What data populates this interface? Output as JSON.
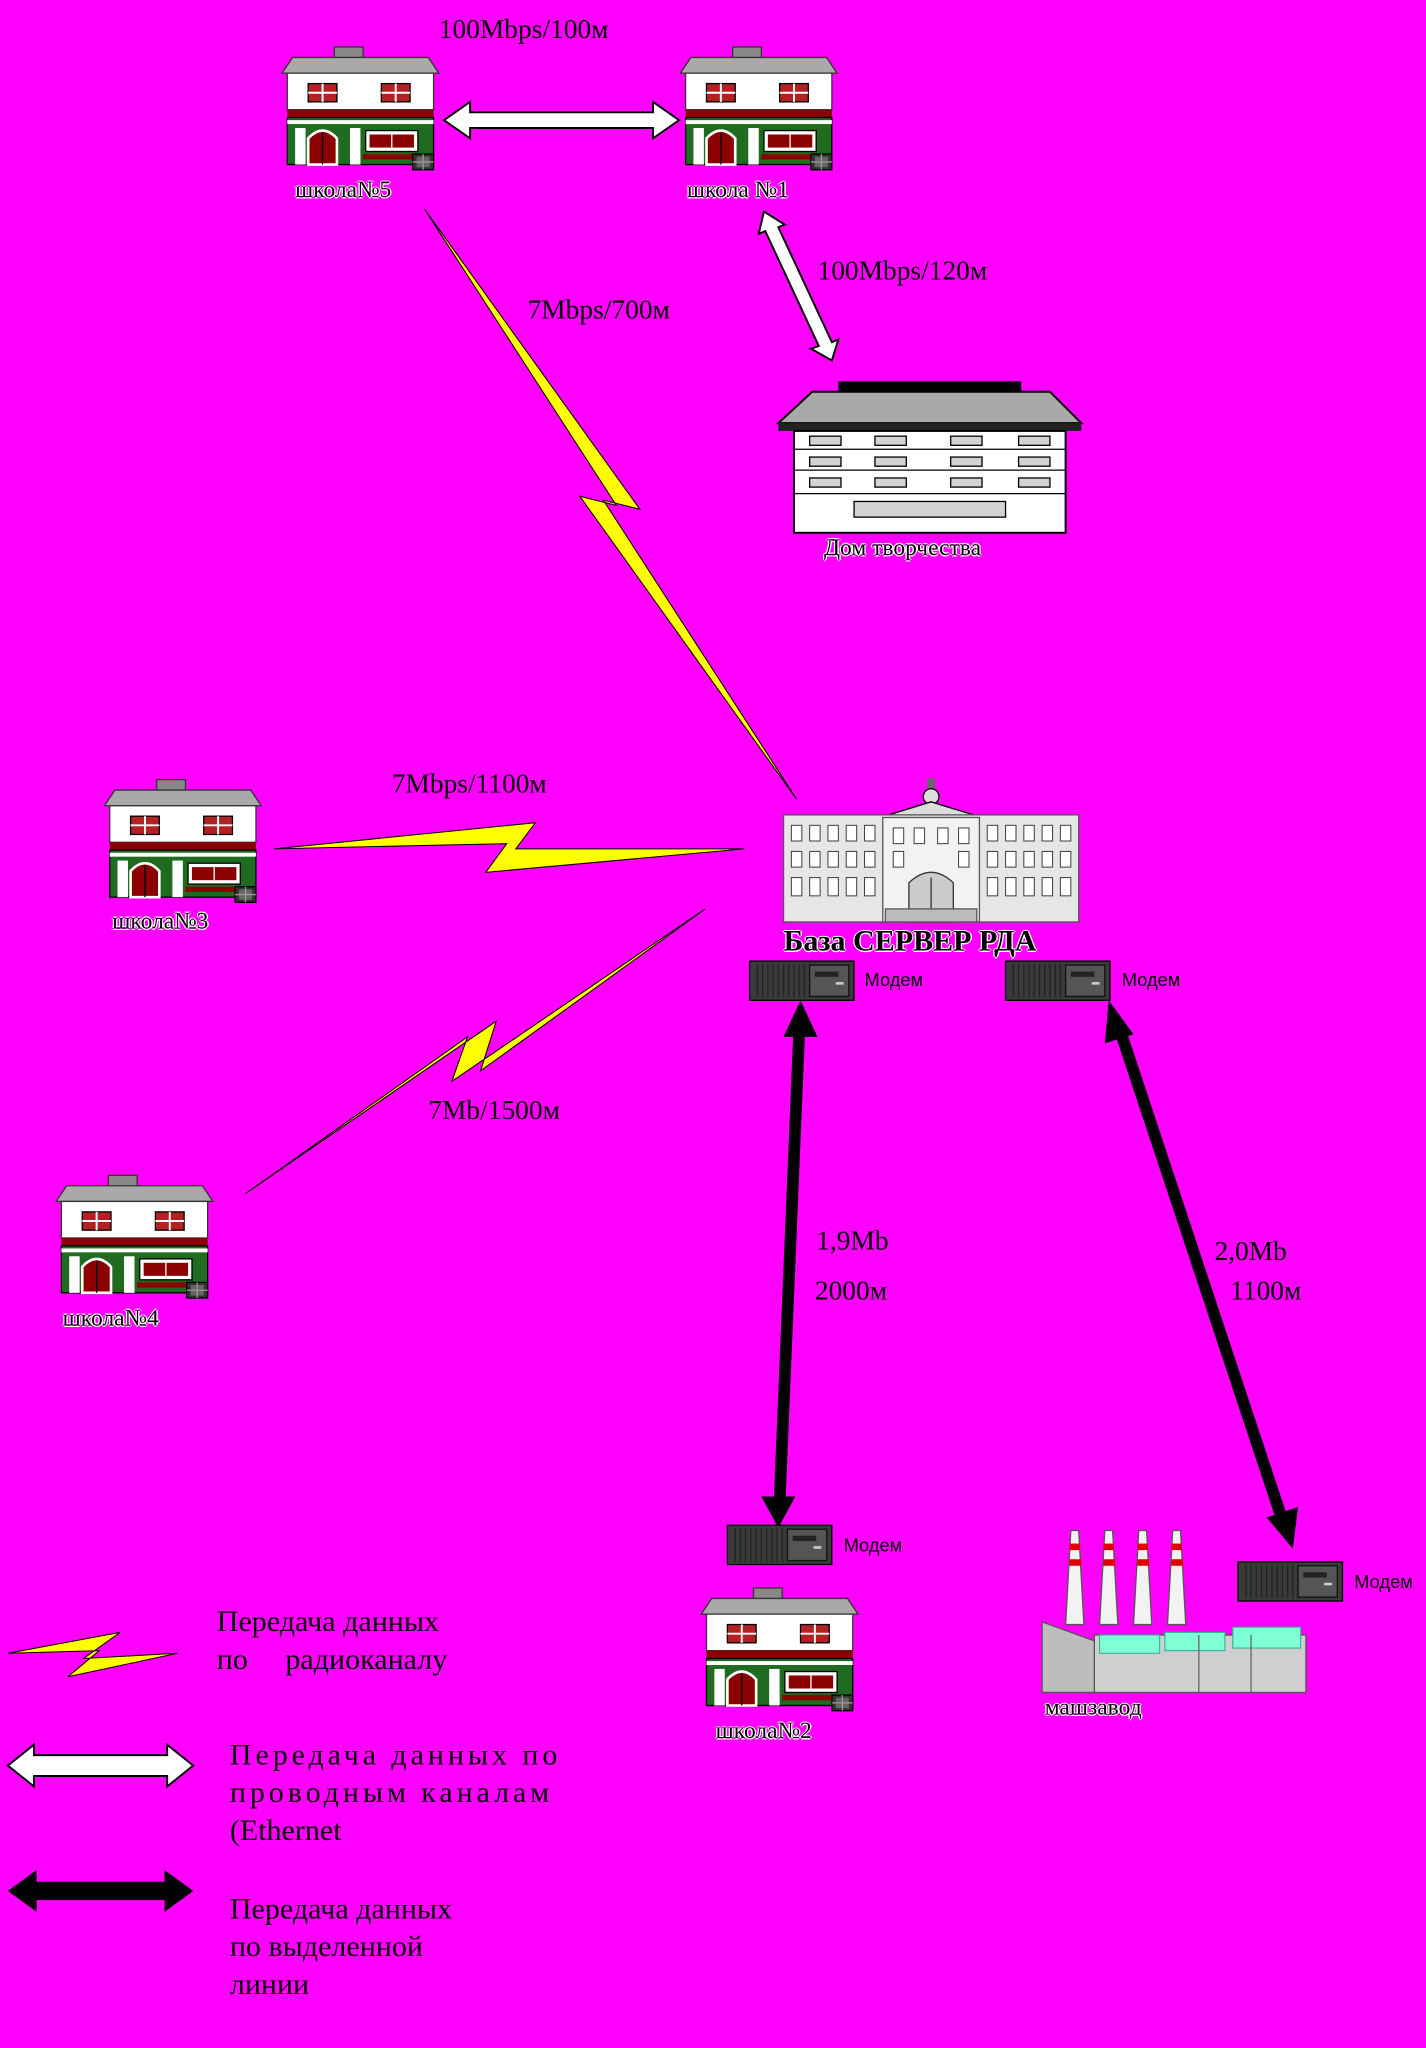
{
  "nodes": {
    "school5": "школа№5",
    "school1": "школа №1",
    "school3": "школа№3",
    "school4": "школа№4",
    "school2": "школа№2",
    "culture_house": "Дом творчества",
    "server_base": "База СЕРВЕР РДА",
    "factory": "машзавод"
  },
  "modems": {
    "left": "Модем",
    "right": "Модем",
    "school2": "Модем",
    "factory": "Модем"
  },
  "links": {
    "school5_school1": "100Mbps/100м",
    "school1_culture": "100Mbps/120м",
    "school5_server": "7Mbps/700м",
    "school3_server": "7Mbps/1100м",
    "school4_server": "7Mb/1500м",
    "server_school2_speed": "1,9Mb",
    "server_school2_dist": "2000м",
    "server_factory_speed": "2,0Mb",
    "server_factory_dist": "1100м"
  },
  "legend": {
    "radio_line1": "Передача данных",
    "radio_line2": "по     радиоканалу",
    "wired_line1": "Передача данных по",
    "wired_line2": "проводным каналам",
    "wired_line3": "(Ethernet",
    "leased_line1": "Передача данных",
    "leased_line2": "по выделенной",
    "leased_line3": "линии"
  },
  "colors": {
    "background": "#ff00ff",
    "radio_bolt": "#ffff00",
    "wired_arrow": "#ffffff",
    "leased_arrow": "#000000"
  }
}
